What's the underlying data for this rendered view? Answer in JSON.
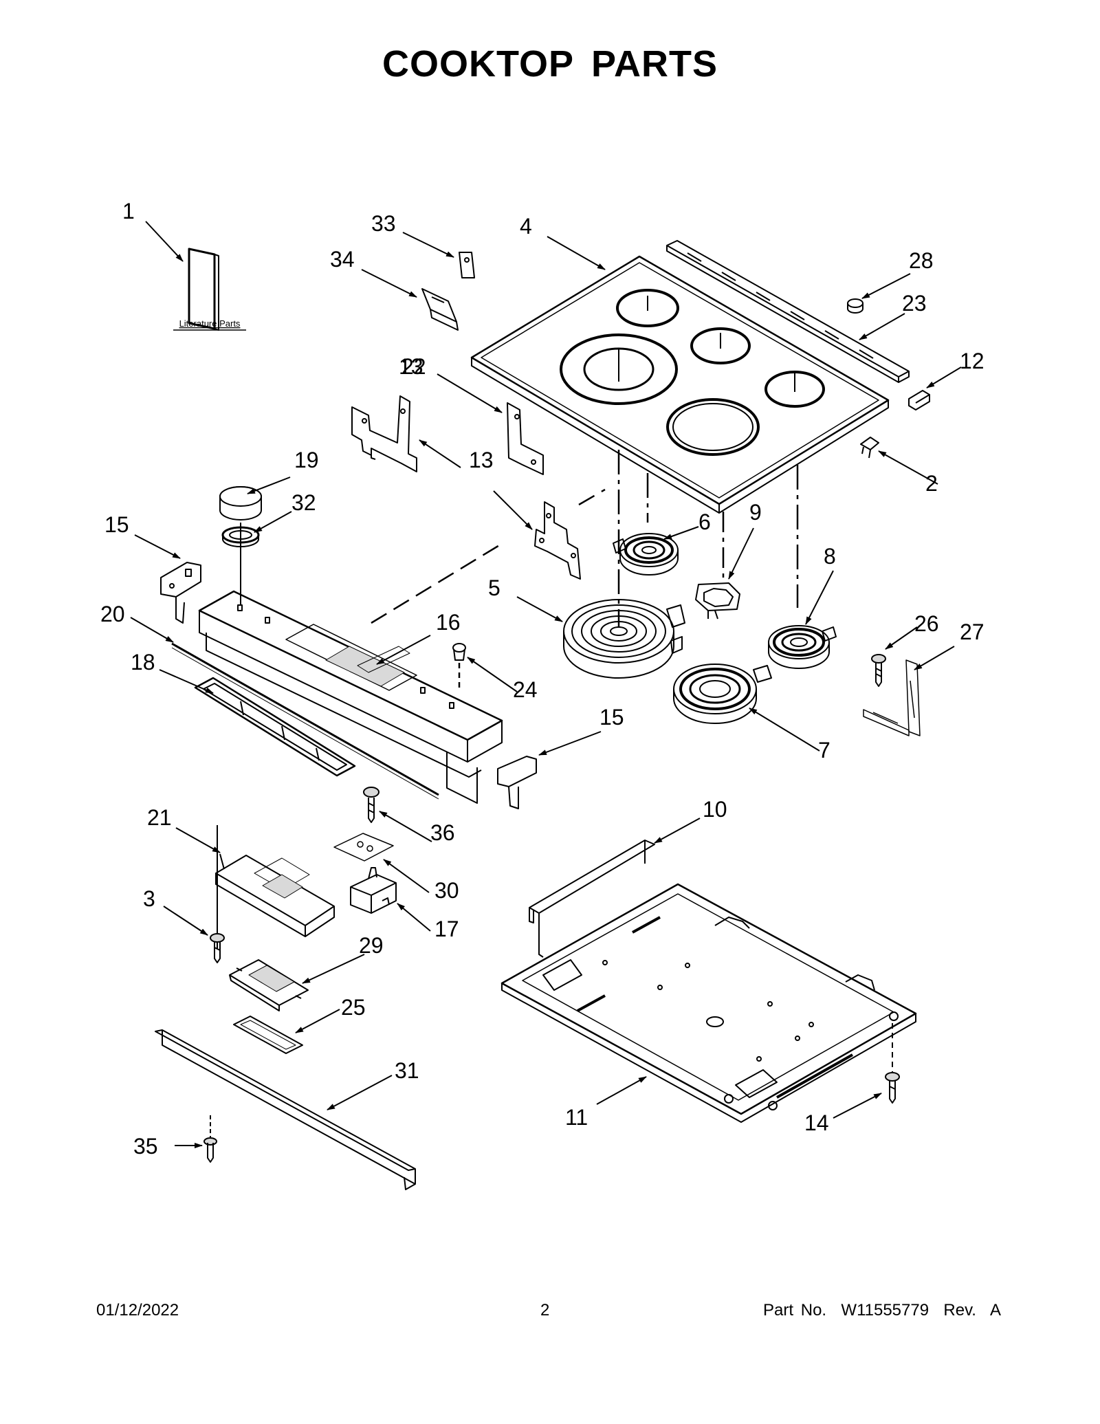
{
  "title": "COOKTOP PARTS",
  "literature_label": "Literature Parts",
  "callouts": [
    "1",
    "2",
    "3",
    "4",
    "5",
    "6",
    "7",
    "8",
    "9",
    "10",
    "11",
    "12",
    "13",
    "13",
    "14",
    "15",
    "15",
    "16",
    "17",
    "18",
    "19",
    "20",
    "21",
    "22",
    "23",
    "24",
    "25",
    "26",
    "27",
    "28",
    "29",
    "30",
    "31",
    "32",
    "33",
    "34",
    "35",
    "36"
  ],
  "footer": {
    "date": "01/12/2022",
    "page": "2",
    "part_number": "Part No.  W11555779  Rev.  A"
  },
  "colors": {
    "ink": "#000000",
    "paper": "#ffffff",
    "shade": "#d9d9d9"
  }
}
